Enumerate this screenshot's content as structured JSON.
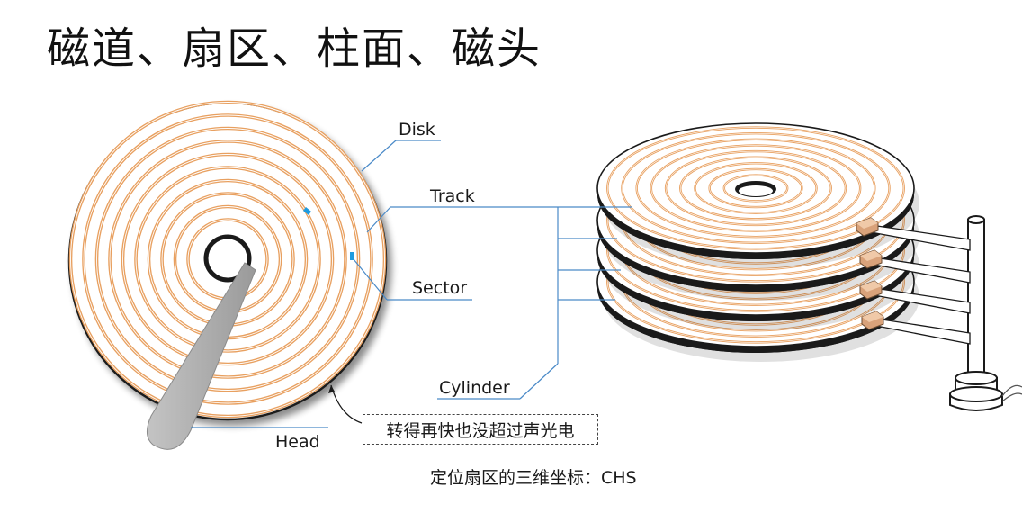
{
  "title": "磁道、扇区、柱面、磁头",
  "labels": {
    "disk": "Disk",
    "track": "Track",
    "sector": "Sector",
    "cylinder": "Cylinder",
    "head": "Head"
  },
  "note": "转得再快也没超过声光电",
  "footer": "定位扇区的三维坐标：CHS",
  "colors": {
    "track": "#e8a060",
    "sector": "#1e9be0",
    "leader": "#4a8ac8",
    "platter_edge": "#1a1a1a",
    "arm": "#a8a8a8",
    "head_block": "#d9a27a"
  }
}
